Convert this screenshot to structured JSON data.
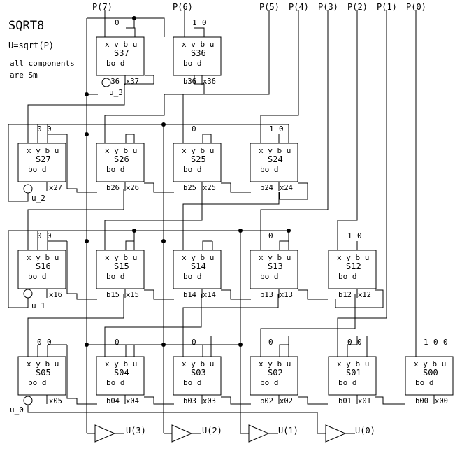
{
  "title": "SQRT8",
  "formula": "U=sqrt(P)",
  "note_line1": "all components",
  "note_line2": "are  Sm",
  "inputs": [
    "P(7)",
    "P(6)",
    "P(5)",
    "P(4)",
    "P(3)",
    "P(2)",
    "P(1)",
    "P(0)"
  ],
  "outputs": [
    "U(3)",
    "U(2)",
    "U(1)",
    "U(0)"
  ],
  "u_labels": [
    "u_3",
    "u_2",
    "u_1",
    "u_0"
  ],
  "cells": [
    {
      "name": "S37",
      "ports": "x v b u",
      "bottom": "bo  d",
      "bout": "b36",
      "xout": "x37",
      "consts": [
        "0"
      ]
    },
    {
      "name": "S36",
      "ports": "x v b u",
      "bottom": "bo  d",
      "bout": "b36",
      "xout": "x36",
      "consts": [
        "1",
        "0"
      ]
    },
    {
      "name": "S27",
      "ports": "x y b u",
      "bottom": "bo  d",
      "bout": "",
      "xout": "x27",
      "consts": [
        "0",
        "0"
      ]
    },
    {
      "name": "S26",
      "ports": "x y b u",
      "bottom": "bo  d",
      "bout": "b26",
      "xout": "x26",
      "consts": []
    },
    {
      "name": "S25",
      "ports": "x y b u",
      "bottom": "bo  d",
      "bout": "b25",
      "xout": "x25",
      "consts": [
        "0"
      ]
    },
    {
      "name": "S24",
      "ports": "x y b u",
      "bottom": "bo  d",
      "bout": "b24",
      "xout": "x24",
      "consts": [
        "1",
        "0"
      ]
    },
    {
      "name": "S16",
      "ports": "x y b u",
      "bottom": "bo  d",
      "bout": "",
      "xout": "x16",
      "consts": [
        "0",
        "0"
      ]
    },
    {
      "name": "S15",
      "ports": "x y b u",
      "bottom": "bo  d",
      "bout": "b15",
      "xout": "x15",
      "consts": []
    },
    {
      "name": "S14",
      "ports": "x y b u",
      "bottom": "bo  d",
      "bout": "b14",
      "xout": "x14",
      "consts": []
    },
    {
      "name": "S13",
      "ports": "x y b u",
      "bottom": "bo  d",
      "bout": "b13",
      "xout": "x13",
      "consts": [
        "0"
      ]
    },
    {
      "name": "S12",
      "ports": "x y b u",
      "bottom": "bo  d",
      "bout": "b12",
      "xout": "x12",
      "consts": [
        "1",
        "0"
      ]
    },
    {
      "name": "S05",
      "ports": "x y b u",
      "bottom": "bo  d",
      "bout": "",
      "xout": "x05",
      "consts": [
        "0",
        "0"
      ]
    },
    {
      "name": "S04",
      "ports": "x y b u",
      "bottom": "bo  d",
      "bout": "b04",
      "xout": "x04",
      "consts": [
        "0"
      ]
    },
    {
      "name": "S03",
      "ports": "x y b u",
      "bottom": "bo  d",
      "bout": "b03",
      "xout": "x03",
      "consts": [
        "0"
      ]
    },
    {
      "name": "S02",
      "ports": "x y b u",
      "bottom": "bo  d",
      "bout": "b02",
      "xout": "x02",
      "consts": [
        "0"
      ]
    },
    {
      "name": "S01",
      "ports": "x y b u",
      "bottom": "bo  d",
      "bout": "b01",
      "xout": "x01",
      "consts": [
        "0",
        "0"
      ]
    },
    {
      "name": "S00",
      "ports": "x y b u",
      "bottom": "bo  d",
      "bout": "b00",
      "xout": "x00",
      "consts": [
        "1",
        "0",
        "0"
      ]
    }
  ]
}
